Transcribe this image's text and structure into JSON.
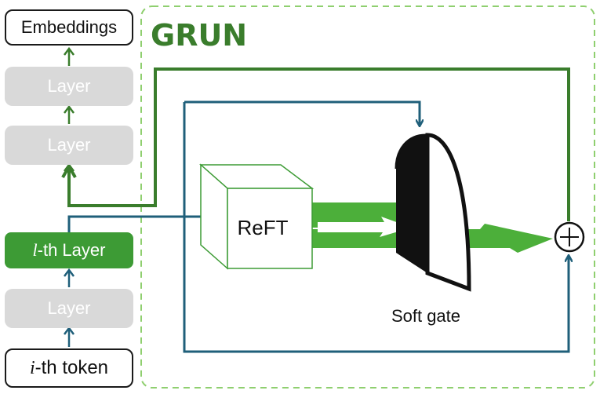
{
  "diagram": {
    "module_title": "GRUN",
    "stack": {
      "top": "Embeddings",
      "layer_label": "Layer",
      "lth_layer_symbol": "l",
      "lth_layer_rest": "-th Layer",
      "token_symbol": "i",
      "token_rest": "-th token"
    },
    "reft_label": "ReFT",
    "gate_label": "Soft gate",
    "sum_symbol": "+",
    "colors": {
      "green_dark": "#3a7d2c",
      "green_fill": "#3d9b35",
      "arrow_green": "#4caf3a",
      "blue": "#1f5f7a",
      "grey": "#d9d9d9",
      "dash": "#8fcf6f"
    }
  }
}
